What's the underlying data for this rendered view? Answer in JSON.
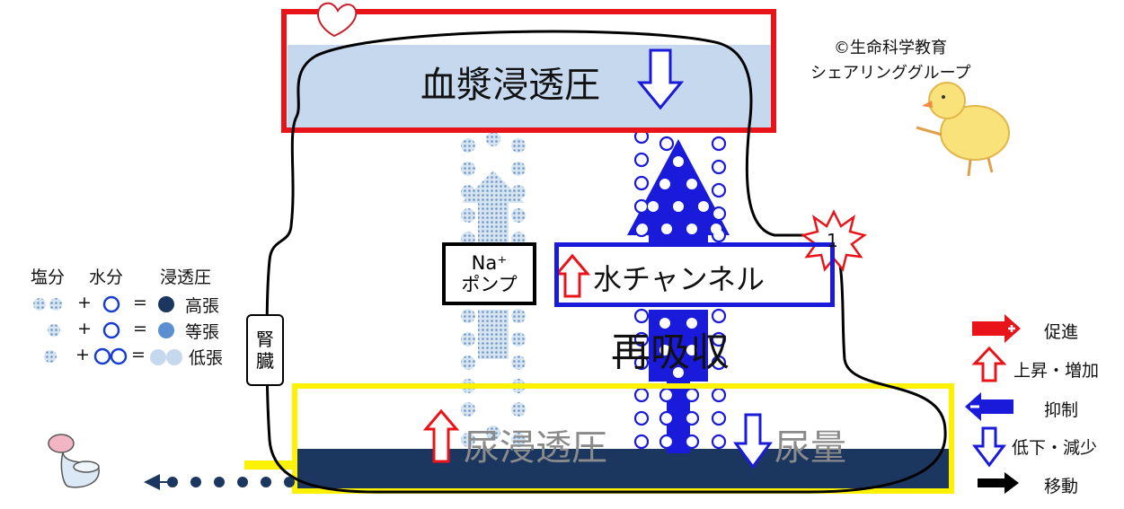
{
  "copyright": {
    "line1": "©生命科学教育",
    "line2": "シェアリンググループ"
  },
  "labels": {
    "plasma_osmotic": "血漿浸透圧",
    "urine_osmotic": "尿浸透圧",
    "urine_volume": "尿量",
    "reabsorption": "再吸収",
    "water_channel": "水チャンネル",
    "na_pump_line1": "Na⁺",
    "na_pump_line2": "ポンプ",
    "kidney_line1": "腎",
    "kidney_line2": "臓",
    "badge": "1"
  },
  "left_legend": {
    "headers": [
      "塩分",
      "水分",
      "浸透圧"
    ],
    "rows": [
      {
        "plus": "+",
        "eq": "=",
        "label": "高張"
      },
      {
        "plus": "+",
        "eq": "=",
        "label": "等張"
      },
      {
        "plus": "+",
        "eq": "=",
        "label": "低張"
      }
    ]
  },
  "right_legend": [
    {
      "icon": "red-plus-arrow-icon",
      "label": "促進"
    },
    {
      "icon": "red-outline-up-arrow-icon",
      "label": "上昇・増加"
    },
    {
      "icon": "blue-minus-arrow-icon",
      "label": "抑制"
    },
    {
      "icon": "blue-outline-down-arrow-icon",
      "label": "低下・減少"
    },
    {
      "icon": "black-arrow-icon",
      "label": "移動"
    }
  ],
  "colors": {
    "red": "#e8141a",
    "yellow": "#fff200",
    "navy": "#1b3760",
    "plasma_fill": "#c6d8ee",
    "blue": "#1a1adb",
    "pump_dots": "#8fb0d4"
  }
}
